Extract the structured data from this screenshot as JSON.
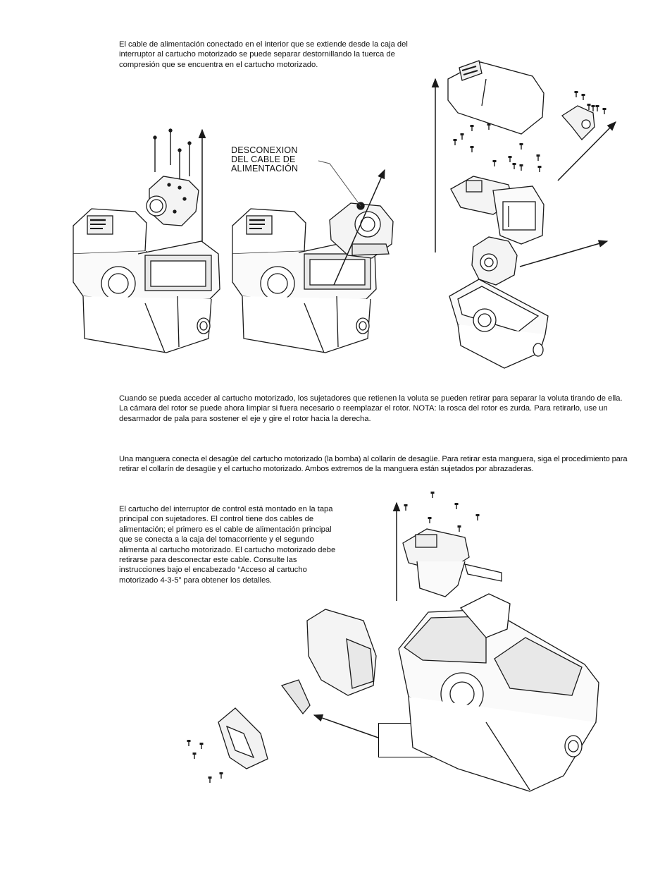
{
  "paragraphs": {
    "power_cable": "El cable de alimentación conectado en el interior que se extiende desde la caja del interruptor al cartucho motorizado se puede separar destornillando la tuerca de compresión que se encuentra en el cartucho motorizado.",
    "volute": "Cuando se pueda acceder al cartucho motorizado, los sujetadores que retienen la voluta se pueden retirar para separar la voluta tirando de ella. La cámara del rotor se puede ahora limpiar si fuera necesario o reemplazar el rotor. NOTA: la rosca del rotor es zurda. Para retirarlo, use un desarmador de pala para sostener el eje y gire el rotor hacia la derecha.",
    "hose": "Una manguera conecta el desagüe del cartucho motorizado (la bomba) al collarín de desagüe. Para retirar esta manguera, siga el procedimiento para retirar el collarín de desagüe y el cartucho motorizado. Ambos extremos de la manguera están sujetados por abrazaderas.",
    "control_switch": "El cartucho del interruptor de control está montado en la tapa principal con sujetadores. El control tiene dos cables de alimentación; el primero es el cable de alimentación principal que se conecta a la caja del tomacorriente y el segundo alimenta al cartucho motorizado. El cartucho motorizado debe retirarse para desconectar este cable. Consulte las instrucciones bajo el encabezado “Acceso al cartucho motorizado 4-3-5” para obtener los detalles."
  },
  "callouts": {
    "disconnect": [
      "DESCONEXION",
      "DEL CABLE DE",
      "ALIMENTACIÓN"
    ]
  },
  "colors": {
    "line": "#1a1a1a",
    "shade": "#d9d9d9",
    "light": "#eeeeee"
  }
}
